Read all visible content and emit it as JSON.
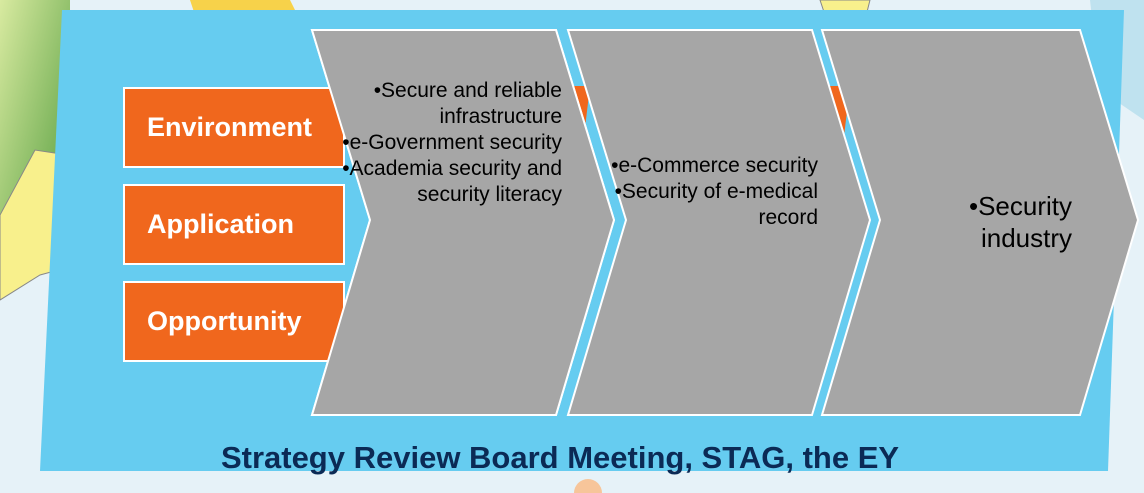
{
  "categories": [
    "Environment",
    "Application",
    "Opportunity"
  ],
  "chevrons": [
    {
      "items": [
        "•Secure and reliable infrastructure",
        "•e-Government security",
        "•Academia security and security literacy"
      ]
    },
    {
      "items": [
        "•e-Commerce security",
        "•Security of e-medical record"
      ]
    },
    {
      "items": [
        "•Security industry"
      ]
    }
  ],
  "caption": "Strategy Review Board Meeting, STAG, the EY",
  "colors": {
    "panel": "#66ccf0",
    "chevron": "#a6a6a6",
    "category": "#f0671d",
    "caption": "#0b2a55"
  }
}
